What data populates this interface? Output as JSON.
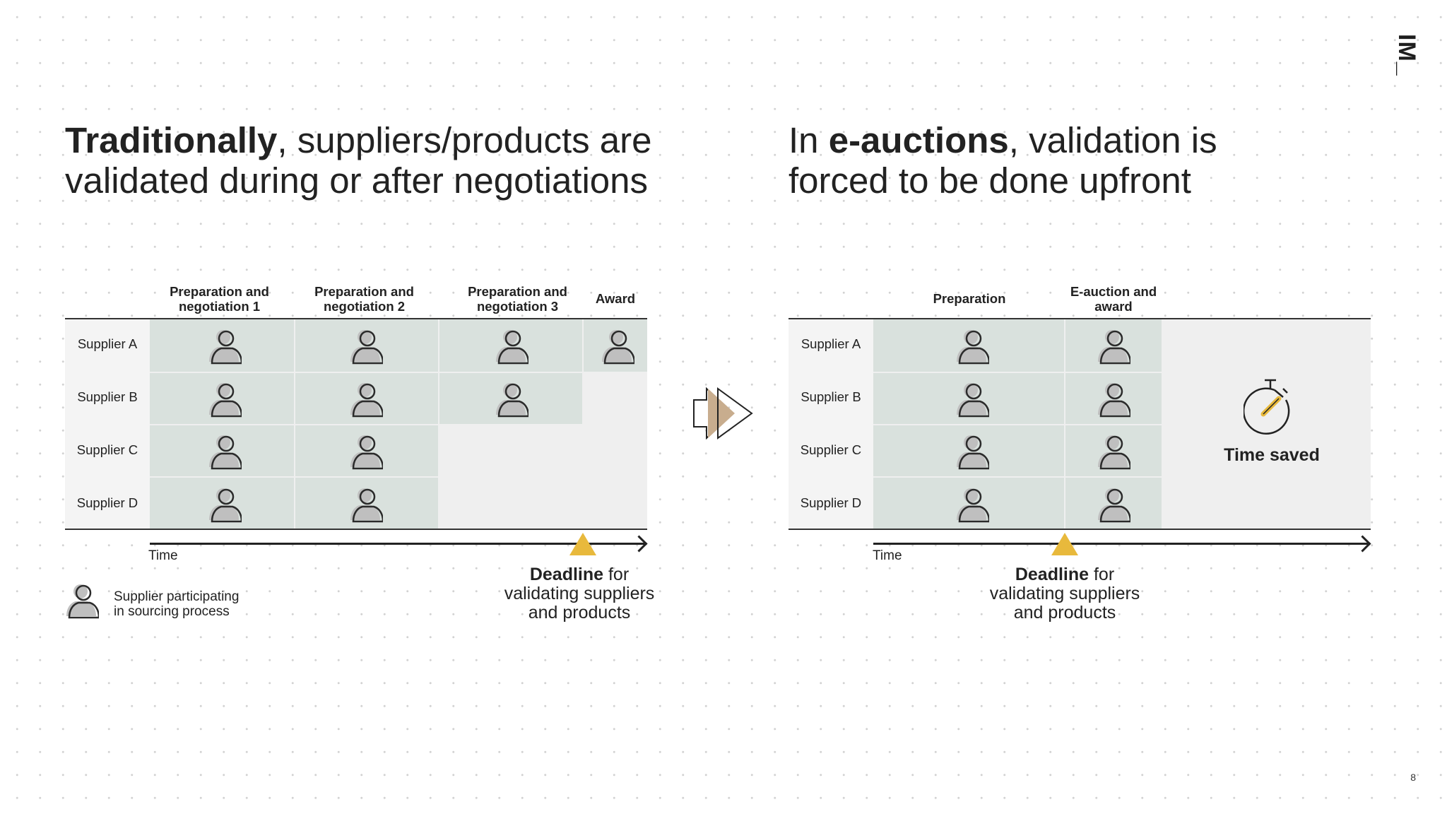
{
  "logo": "IM_",
  "page_number": "8",
  "left": {
    "title_bold": "Traditionally",
    "title_line1_rest": ", suppliers/products are",
    "title_line2": "validated during or after negotiations",
    "columns": [
      "Preparation and negotiation 1",
      "Preparation and negotiation 2",
      "Preparation and negotiation 3",
      "Award"
    ],
    "rows": [
      "Supplier A",
      "Supplier B",
      "Supplier C",
      "Supplier D"
    ],
    "time_label": "Time",
    "deadline_bold": "Deadline",
    "deadline_rest1": " for",
    "deadline_line2": "validating suppliers",
    "deadline_line3": "and products",
    "legend_line1": "Supplier participating",
    "legend_line2": "in sourcing process"
  },
  "right": {
    "title_pre": "In ",
    "title_bold": "e-auctions",
    "title_line1_rest": ", validation is",
    "title_line2": "forced to be done upfront",
    "columns": [
      "Preparation",
      "E-auction and award"
    ],
    "rows": [
      "Supplier A",
      "Supplier B",
      "Supplier C",
      "Supplier D"
    ],
    "time_label": "Time",
    "time_saved": "Time saved",
    "deadline_bold": "Deadline",
    "deadline_rest1": " for",
    "deadline_line2": "validating suppliers",
    "deadline_line3": "and products"
  },
  "colors": {
    "cell_fill": "#d9e1dd",
    "gray_fill": "#efefef",
    "deadline_marker": "#e8b93c",
    "transition_arrow": "#c8ad8e"
  }
}
